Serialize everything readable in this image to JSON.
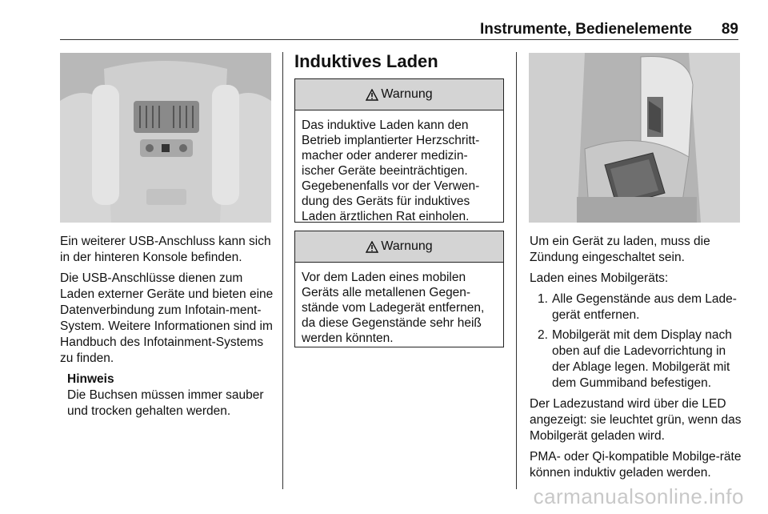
{
  "header": {
    "title": "Instrumente, Bedienelemente",
    "page_number": "89"
  },
  "left_column": {
    "paragraph_1": "Ein weiterer USB-Anschluss kann sich in der hinteren Konsole befinden.",
    "paragraph_2": "Die USB-Anschlüsse dienen zum Laden externer Geräte und bieten eine Datenverbindung zum Infotain-ment-System. Weitere Informationen sind im Handbuch des Infotainment-Systems zu finden.",
    "hint_title": "Hinweis",
    "hint_text": "Die Buchsen müssen immer sauber und trocken gehalten werden."
  },
  "middle_column": {
    "section_title": "Induktives Laden",
    "warning_1": {
      "label": "Warnung",
      "text": "Das induktive Laden kann den Betrieb implantierter Herzschritt-macher oder anderer medizin-ischer Geräte beeinträchtigen. Gegebenenfalls vor der Verwen-dung des Geräts für induktives Laden ärztlichen Rat einholen."
    },
    "warning_2": {
      "label": "Warnung",
      "text": "Vor dem Laden eines mobilen Geräts alle metallenen Gegen-stände vom Ladegerät entfernen, da diese Gegenstände sehr heiß werden könnten."
    }
  },
  "right_column": {
    "paragraph_1": "Um ein Gerät zu laden, muss die Zündung eingeschaltet sein.",
    "paragraph_2": "Laden eines Mobilgeräts:",
    "steps": [
      {
        "num": "1.",
        "text": "Alle Gegenstände aus dem Lade-gerät entfernen."
      },
      {
        "num": "2.",
        "text": "Mobilgerät mit dem Display nach oben auf die Ladevorrichtung in der Ablage legen. Mobilgerät mit dem Gummiband befestigen."
      }
    ],
    "paragraph_3": "Der Ladezustand wird über die LED angezeigt: sie leuchtet grün, wenn das Mobilgerät geladen wird.",
    "paragraph_4": "PMA- oder Qi-kompatible Mobilge-räte können induktiv geladen werden."
  },
  "watermark": "carmanualsonline.info",
  "icons": [
    "warning-triangle-icon",
    "warning-triangle-icon"
  ]
}
